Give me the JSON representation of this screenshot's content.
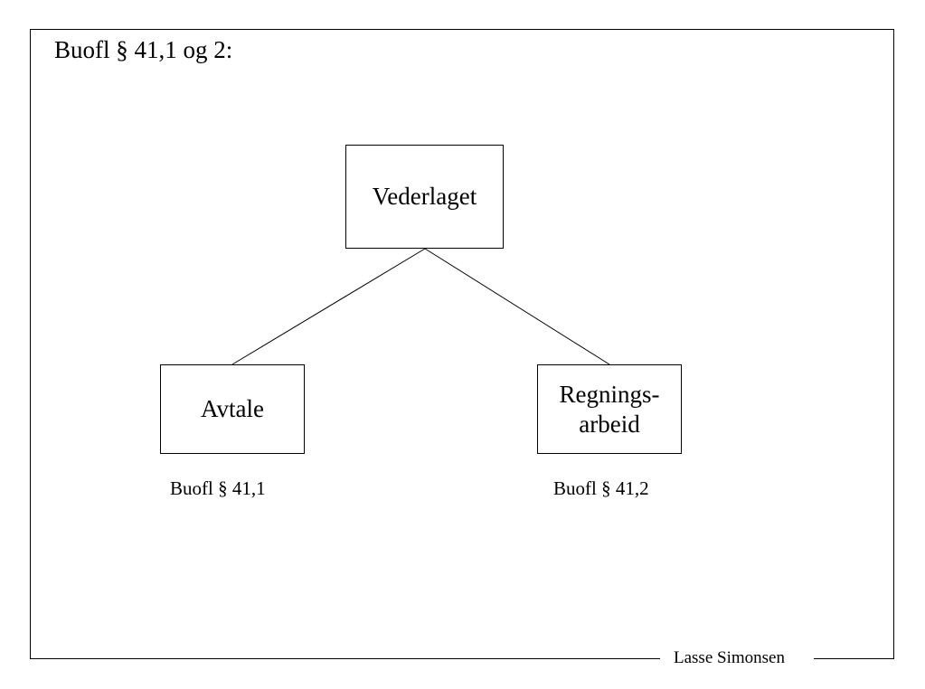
{
  "slide": {
    "title": "Buofl § 41,1 og 2:",
    "author": "Lasse Simonsen"
  },
  "tree": {
    "root": {
      "label": "Vederlaget"
    },
    "children": [
      {
        "label": "Avtale",
        "reference": "Buofl § 41,1"
      },
      {
        "label_line1": "Regnings-",
        "label_line2": "arbeid",
        "reference": "Buofl § 41,2"
      }
    ]
  }
}
